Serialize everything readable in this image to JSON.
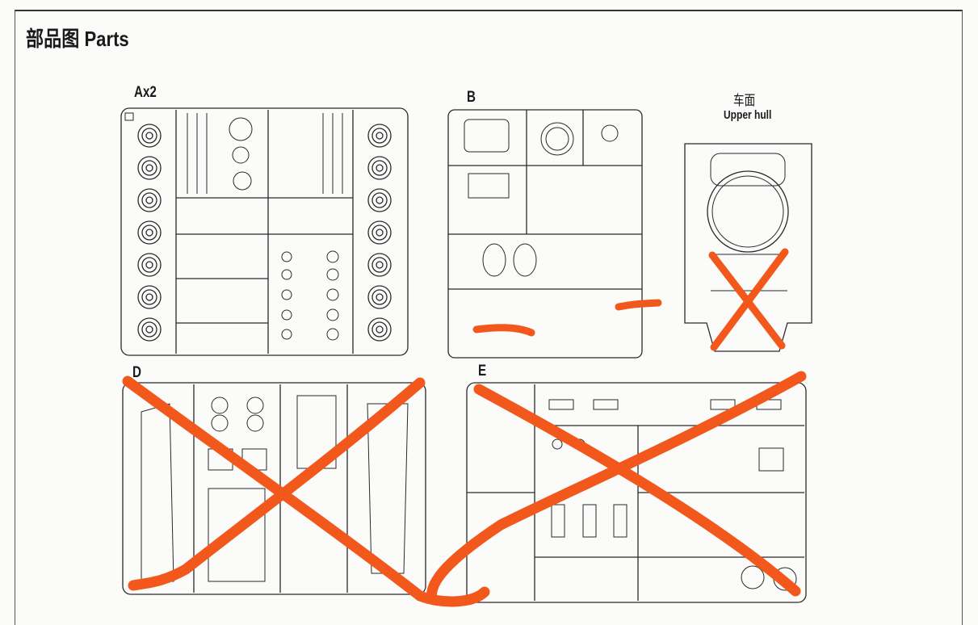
{
  "header": {
    "title": "部品图 Parts"
  },
  "sprues": {
    "a": {
      "label": "Ax2",
      "tag": "A"
    },
    "b": {
      "label": "B",
      "tag": "B"
    },
    "upper_hull": {
      "label_cn": "车面",
      "label_en": "Upper hull"
    },
    "d": {
      "label": "D"
    },
    "e": {
      "label": "E"
    }
  },
  "colors": {
    "line": "#2a2a2a",
    "cross_mark": "#f2581c"
  }
}
